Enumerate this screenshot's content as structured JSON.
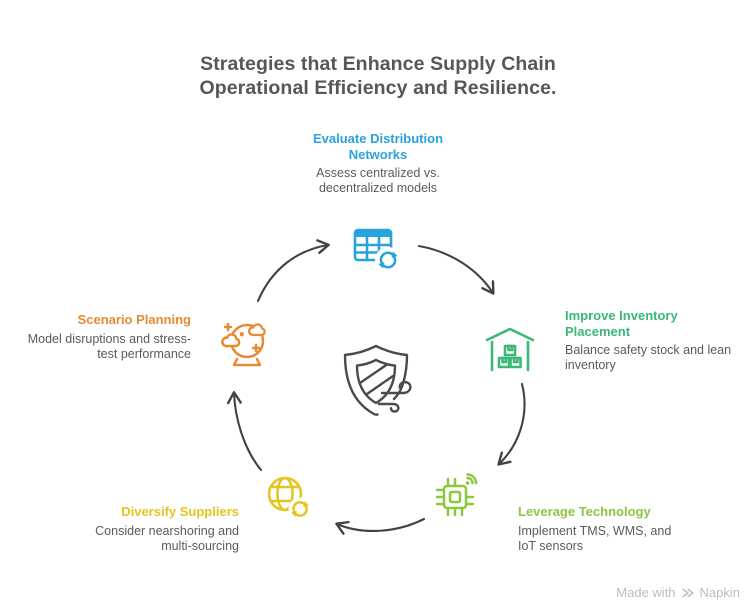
{
  "title": "Strategies that Enhance Supply Chain\nOperational Efficiency and Resilience.",
  "palette": {
    "blue": "#29A3DB",
    "green": "#3BB878",
    "lime": "#8DC63F",
    "yellow": "#E3C51E",
    "orange": "#E78B33",
    "heading_gray": "#575757",
    "description_gray": "#5B5B5B",
    "arrow_gray": "#414244",
    "shield_gray": "#4A4B4D",
    "watermark_gray": "#BDBDBD"
  },
  "diagram": {
    "type": "circular-cycle",
    "flow": "clockwise",
    "center_icon": "shield-wind-icon",
    "nodes": [
      {
        "id": "evaluate-distribution-networks",
        "position": "top",
        "label": "Evaluate Distribution\nNetworks",
        "description": "Assess centralized vs.\ndecentralized models",
        "color": "#29A3DB",
        "icon": "table-sync-icon"
      },
      {
        "id": "improve-inventory-placement",
        "position": "right",
        "label": "Improve Inventory\nPlacement",
        "description": "Balance safety stock and lean\ninventory",
        "color": "#3BB878",
        "icon": "warehouse-icon"
      },
      {
        "id": "leverage-technology",
        "position": "bottom-right",
        "label": "Leverage Technology",
        "description": "Implement TMS, WMS, and\nIoT sensors",
        "color": "#8DC63F",
        "icon": "chip-wifi-icon"
      },
      {
        "id": "diversify-suppliers",
        "position": "bottom-left",
        "label": "Diversify Suppliers",
        "description": "Consider nearshoring and\nmulti-sourcing",
        "color": "#E3C51E",
        "icon": "globe-sync-icon"
      },
      {
        "id": "scenario-planning",
        "position": "left",
        "label": "Scenario Planning",
        "description": "Model disruptions and stress-\ntest performance",
        "color": "#E78B33",
        "icon": "crystal-ball-icon"
      }
    ]
  },
  "footer": {
    "made_with": "Made with",
    "brand": "Napkin"
  }
}
